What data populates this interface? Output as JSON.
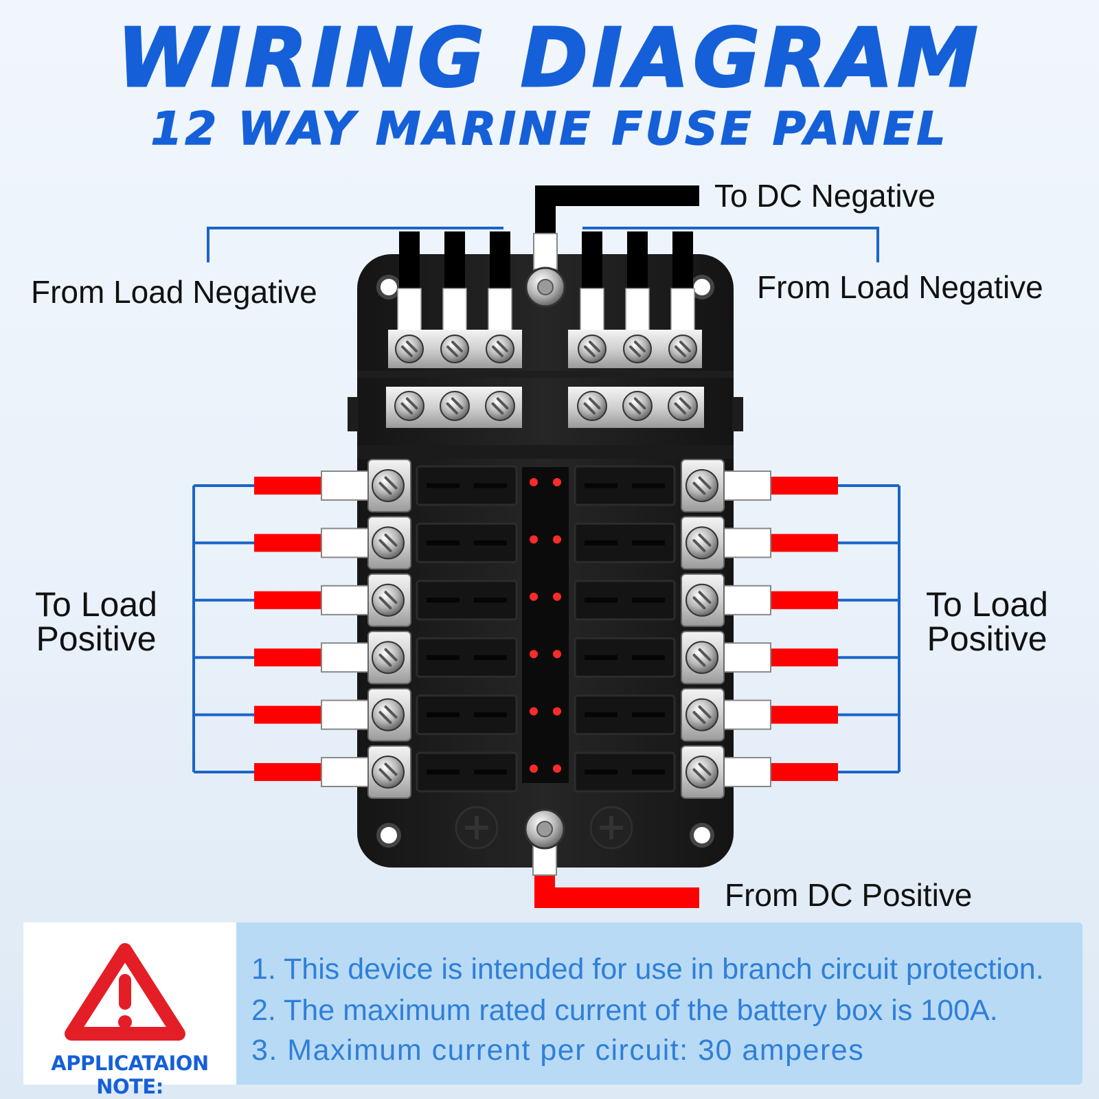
{
  "title": "WIRING DIAGRAM",
  "subtitle": "12 WAY MARINE FUSE PANEL",
  "labels": {
    "dc_negative": "To DC Negative",
    "load_negative_left": "From Load Negative",
    "load_negative_right": "From Load Negative",
    "load_positive_left_1": "To Load",
    "load_positive_left_2": "Positive",
    "load_positive_right_1": "To Load",
    "load_positive_right_2": "Positive",
    "dc_positive": "From DC Positive"
  },
  "colors": {
    "accent_blue": "#1560d8",
    "wire_red": "#ff0000",
    "wire_black": "#000000",
    "led_red": "#ff2a2a",
    "note_bg": "#b8daf4",
    "warning_red": "#e41e26"
  },
  "diagram": {
    "circuits_per_side": 6,
    "negative_terminals_per_bar": 6,
    "negative_bars": 2
  },
  "note": {
    "heading": "APPLICATAION NOTE:",
    "icon": "warning-triangle-icon",
    "lines": [
      "1. This device is intended for use in branch circuit protection.",
      "2. The maximum rated current of the battery box is 100A.",
      "3. Maximum current per circuit: 30 amperes"
    ]
  }
}
